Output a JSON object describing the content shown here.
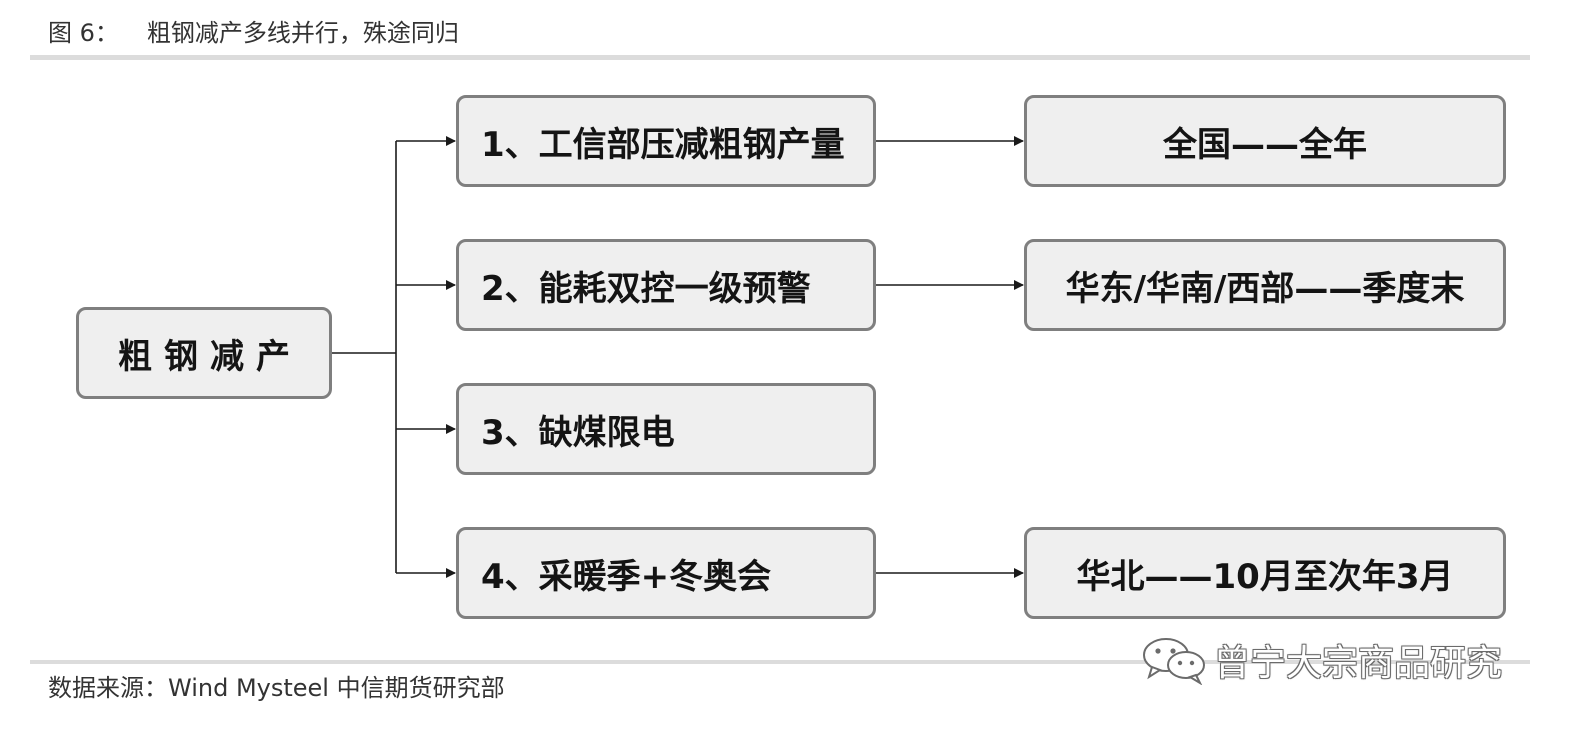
{
  "figure": {
    "number": "图 6：",
    "title": "粗钢减产多线并行，殊途同归"
  },
  "diagram": {
    "root": "粗钢减产",
    "branches": [
      {
        "label": "1、工信部压减粗钢产量",
        "result": "全国——全年"
      },
      {
        "label": "2、能耗双控一级预警",
        "result": "华东/华南/西部——季度末"
      },
      {
        "label": "3、缺煤限电",
        "result": ""
      },
      {
        "label": "4、采暖季+冬奥会",
        "result": "华北——10月至次年3月"
      }
    ]
  },
  "source": "数据来源：Wind Mysteel 中信期货研究部",
  "watermark": {
    "icon": "wechat-icon",
    "text": "曾宁大宗商品研究"
  },
  "colors": {
    "box_fill": "#efefef",
    "box_border": "#7f7f7f",
    "line": "#1a1a1a",
    "rule": "#dcdcdc"
  }
}
